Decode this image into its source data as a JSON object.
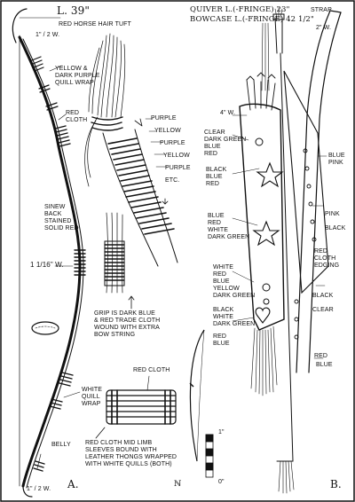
{
  "bow": {
    "length": "L. 39\"",
    "tip_width": "1\" / 2 W.",
    "hair_tuft": "RED HORSE HAIR TUFT",
    "quill_wrap": [
      "YELLOW &",
      "DARK PURPLE",
      "QUILL WRAP"
    ],
    "red_cloth": [
      "RED",
      "CLOTH"
    ],
    "sinew": [
      "SINEW",
      "BACK",
      "STAINED",
      "SOLID RED"
    ],
    "grip_width": "1 1/16\" W.",
    "belly": "BELLY",
    "bottom_width": "1\" / 2 W.",
    "figure_label": "A."
  },
  "detail_a": {
    "colors": [
      "PURPLE",
      "YELLOW",
      "PURPLE",
      "YELLOW",
      "PURPLE",
      "ETC."
    ],
    "grip_note": [
      "GRIP IS DARK BLUE",
      "& RED TRADE CLOTH",
      "WOUND WITH EXTRA",
      "BOW STRING"
    ],
    "red_cloth": "RED CLOTH",
    "white_quill": [
      "WHITE",
      "QUILL",
      "WRAP"
    ],
    "sleeve_note": [
      "RED CLOTH MID LIMB",
      "SLEEVES BOUND WITH",
      "LEATHER THONGS WRAPPED",
      "WITH WHITE QUILLS (BOTH)"
    ]
  },
  "quiver": {
    "header_quiver": "QUIVER L.(-FRINGE) 23\"",
    "header_bowcase": "BOWCASE L.(-FRINGE) 42 1/2\"",
    "strap": "STRAP",
    "strap_width": "2\" W.",
    "quiver_width": "4\" W.",
    "upper_colors": [
      "CLEAR",
      "DARK GREEN",
      "BLUE",
      "RED"
    ],
    "star_colors": [
      "BLACK",
      "BLUE",
      "RED"
    ],
    "right_top": [
      "BLUE",
      "PINK"
    ],
    "mid_left": [
      "BLUE",
      "RED",
      "WHITE",
      "DARK GREEN"
    ],
    "mid_right": [
      "PINK",
      "BLACK"
    ],
    "edging": [
      "RED",
      "CLOTH",
      "EDGING"
    ],
    "lower_left": [
      "WHITE",
      "RED",
      "BLUE",
      "YELLOW",
      "DARK GREEN"
    ],
    "lower_left2": [
      "BLACK",
      "WHITE",
      "DARK GREEN",
      "RED",
      "BLUE"
    ],
    "lower_right": [
      "BLACK",
      "CLEAR"
    ],
    "bottom_right": [
      "RED",
      "BLUE"
    ],
    "scale_top": "1\"",
    "scale_bottom": "0\"",
    "figure_label": "B."
  }
}
